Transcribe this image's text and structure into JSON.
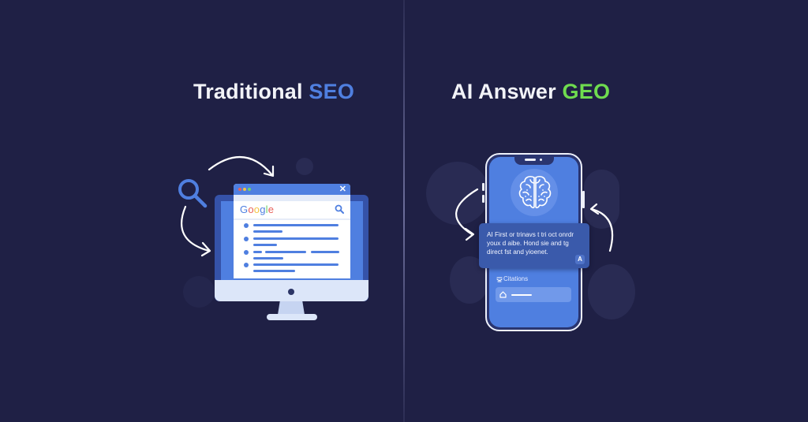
{
  "colors": {
    "background": "#1f2045",
    "accent_blue": "#4f7fe0",
    "accent_green": "#6fdc4f",
    "text_white": "#f2f3f8"
  },
  "left_panel": {
    "title_prefix": "Traditional",
    "title_highlight": "SEO",
    "illustration": {
      "search_icon": "magnifier-icon",
      "browser": {
        "window_dots": [
          "#e9615a",
          "#f4c343",
          "#6fd36a"
        ],
        "close_glyph": "✕",
        "search_brand": "Google",
        "brand_letters": [
          {
            "ch": "G",
            "color": "#4f7fe0"
          },
          {
            "ch": "o",
            "color": "#e9615a"
          },
          {
            "ch": "o",
            "color": "#f4c343"
          },
          {
            "ch": "g",
            "color": "#4f7fe0"
          },
          {
            "ch": "l",
            "color": "#6fd36a"
          },
          {
            "ch": "e",
            "color": "#e9615a"
          }
        ],
        "result_count": 4
      }
    }
  },
  "right_panel": {
    "title_prefix": "AI Answer",
    "title_highlight": "GEO",
    "illustration": {
      "brain_icon": "brain-icon",
      "answer_text": "AI First or trinavs t tri oct onrdr youx d aibe. Hond sie and tg direct fst and yioenet.",
      "answer_badge": "A",
      "citations_label": "Citations"
    }
  }
}
